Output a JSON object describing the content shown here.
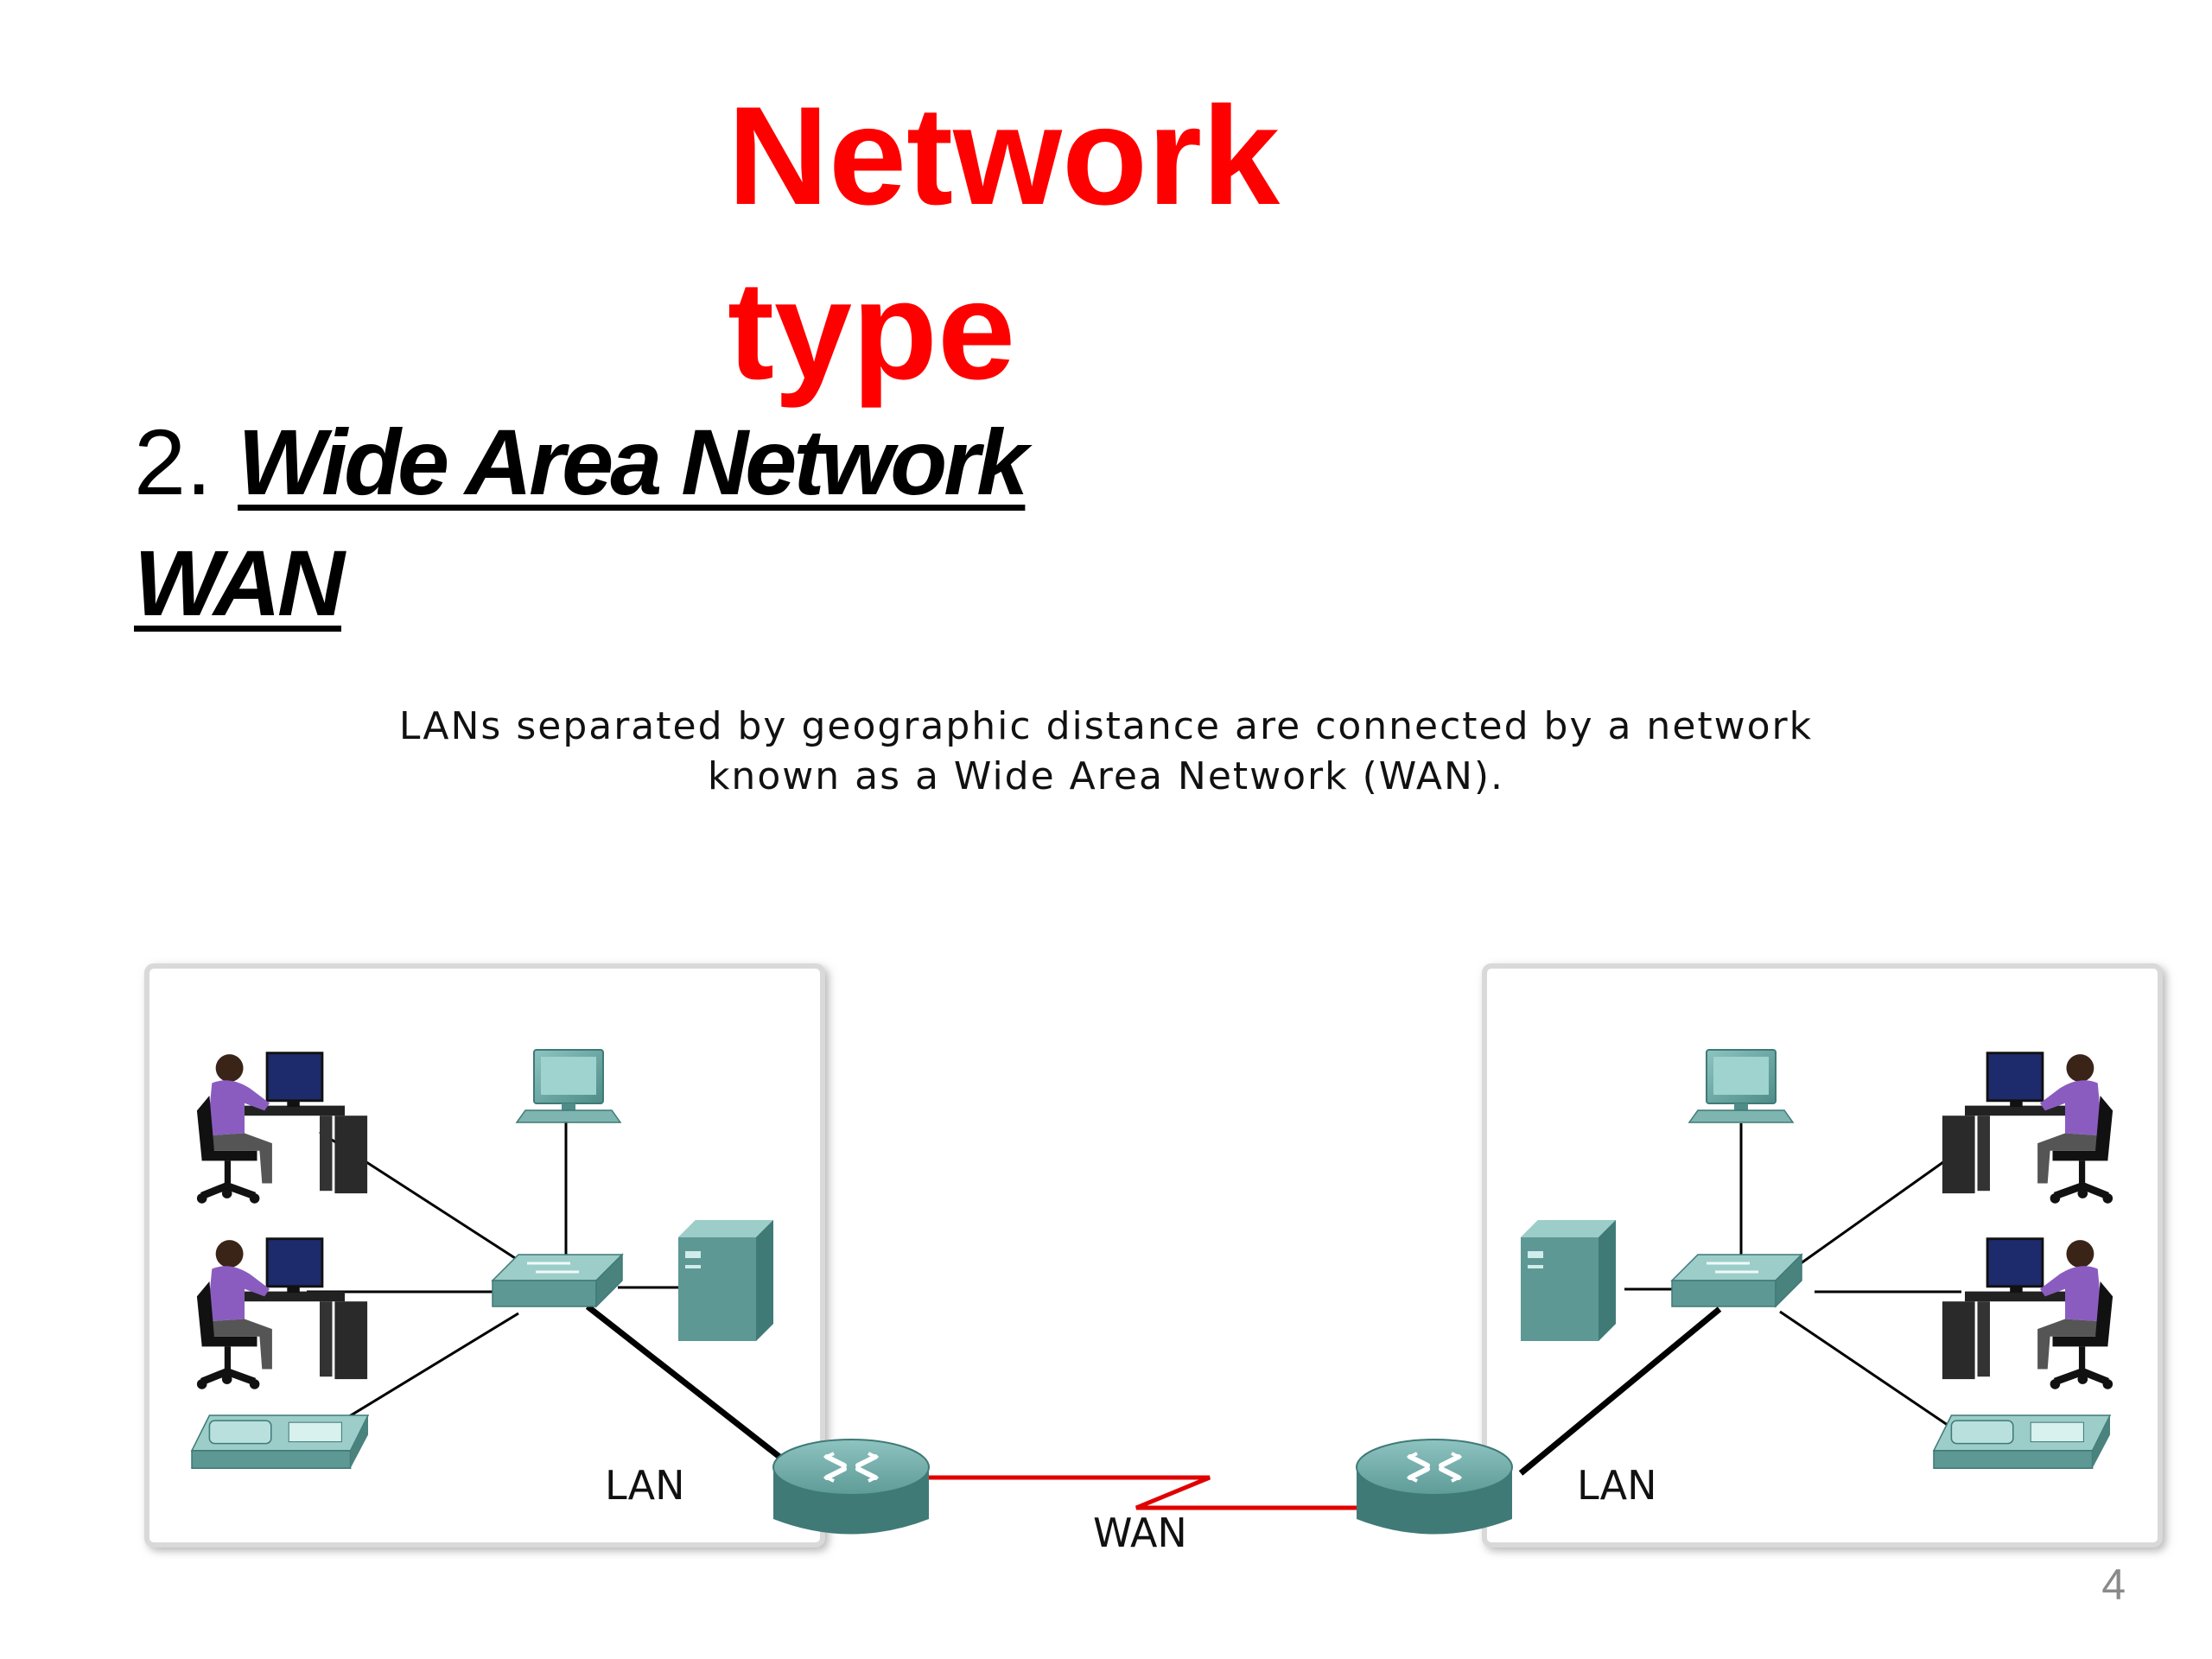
{
  "slide": {
    "title_line1": "Network",
    "title_line2": "type",
    "heading_number": "2.",
    "heading_text": "Wide Area Network",
    "heading_abbrev": "WAN",
    "caption_line1": "LANs separated by geographic distance are connected by a network",
    "caption_line2": "known as a Wide Area Network (WAN).",
    "page_number": "4"
  },
  "diagram": {
    "left_lan_label": "LAN",
    "right_lan_label": "LAN",
    "wan_label": "WAN",
    "colors": {
      "device": "#6fa8a4",
      "device_dark": "#3f7a77",
      "wan_link": "#e00000",
      "lan_link": "#000000",
      "person": "#8a5cc0"
    },
    "icons": [
      "workstation-user-icon",
      "desktop-computer-icon",
      "switch-icon",
      "server-icon",
      "ip-phone-icon",
      "router-icon"
    ]
  }
}
